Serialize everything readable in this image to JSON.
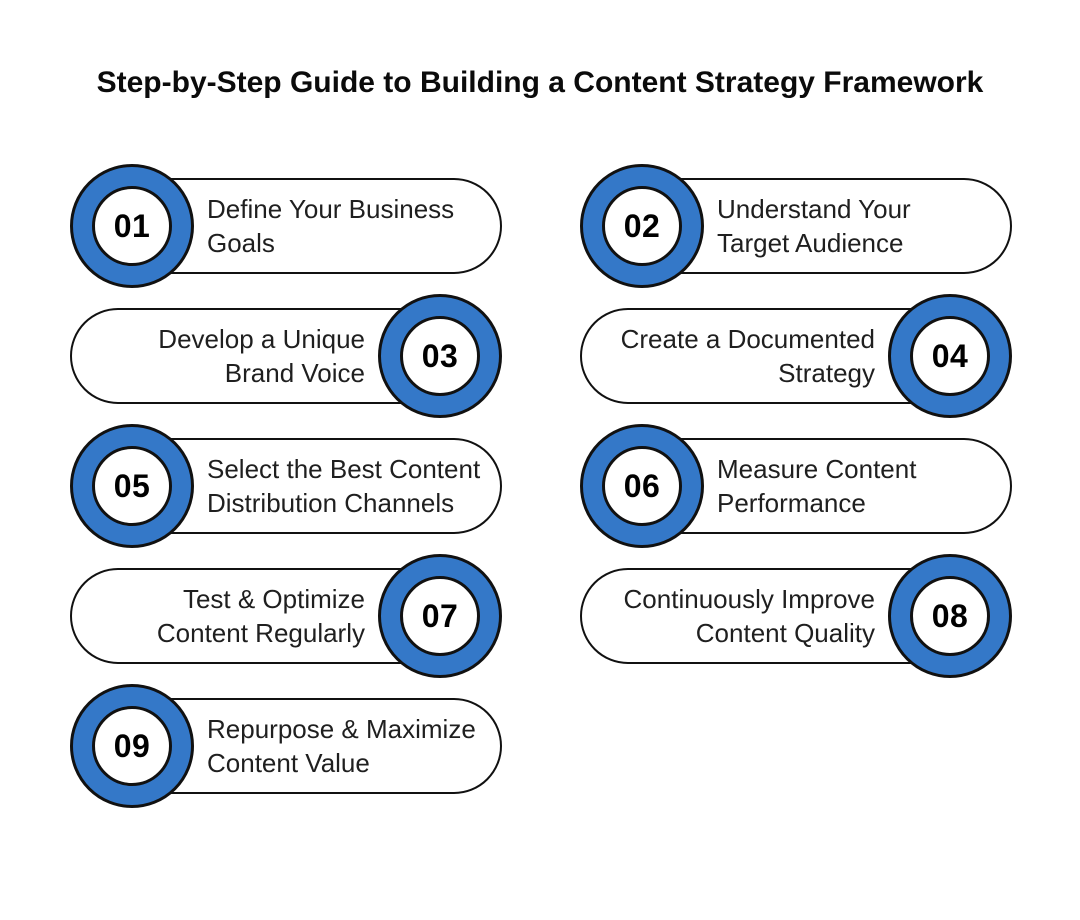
{
  "title": "Step-by-Step Guide to Building a Content Strategy Framework",
  "colors": {
    "accent_blue": "#3478C8",
    "outline_black": "#111111",
    "background": "#FFFFFF",
    "text_dark": "#1F1F1F"
  },
  "steps": [
    {
      "number": "01",
      "label": "Define Your Business\nGoals",
      "number_side": "left"
    },
    {
      "number": "02",
      "label": "Understand Your\nTarget Audience",
      "number_side": "left"
    },
    {
      "number": "03",
      "label": "Develop a Unique\nBrand Voice",
      "number_side": "right"
    },
    {
      "number": "04",
      "label": "Create a Documented\nStrategy",
      "number_side": "right"
    },
    {
      "number": "05",
      "label": "Select the Best Content\nDistribution Channels",
      "number_side": "left"
    },
    {
      "number": "06",
      "label": "Measure Content\nPerformance",
      "number_side": "left"
    },
    {
      "number": "07",
      "label": "Test & Optimize\nContent Regularly",
      "number_side": "right"
    },
    {
      "number": "08",
      "label": "Continuously Improve\nContent Quality",
      "number_side": "right"
    },
    {
      "number": "09",
      "label": "Repurpose & Maximize\nContent Value",
      "number_side": "left"
    }
  ]
}
